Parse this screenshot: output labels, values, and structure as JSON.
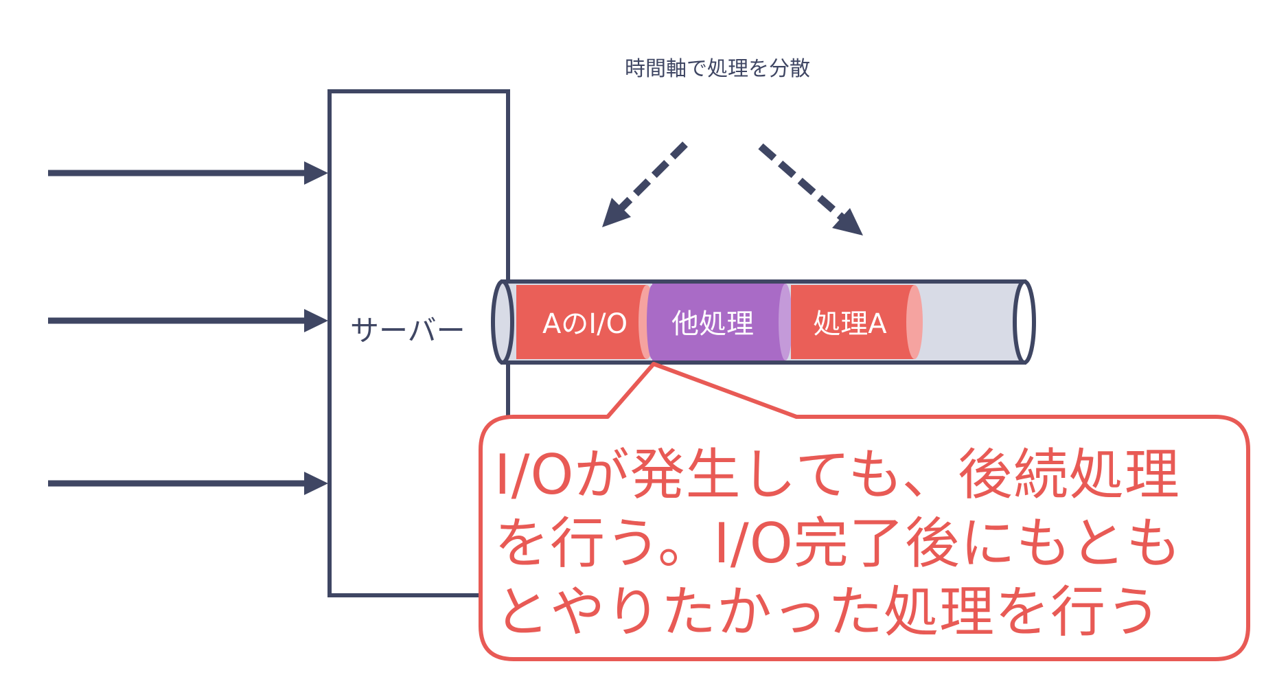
{
  "title": "時間軸で処理を分散",
  "server_label": "サーバー",
  "segments": [
    {
      "label": "AのI/O",
      "color": "#ea5f58"
    },
    {
      "label": "他処理",
      "color": "#a96bc6"
    },
    {
      "label": "処理A",
      "color": "#ea5f58"
    }
  ],
  "callout": {
    "lines": [
      "I/Oが発生しても、後続処理",
      "を行う。I/O完了後にもとも",
      "とやりたかった処理を行う"
    ]
  },
  "colors": {
    "navy": "#3f4663",
    "red": "#ea5f58",
    "purple": "#a96bc6",
    "tube": "#d8dbe6",
    "callout_border": "#e85a55"
  }
}
